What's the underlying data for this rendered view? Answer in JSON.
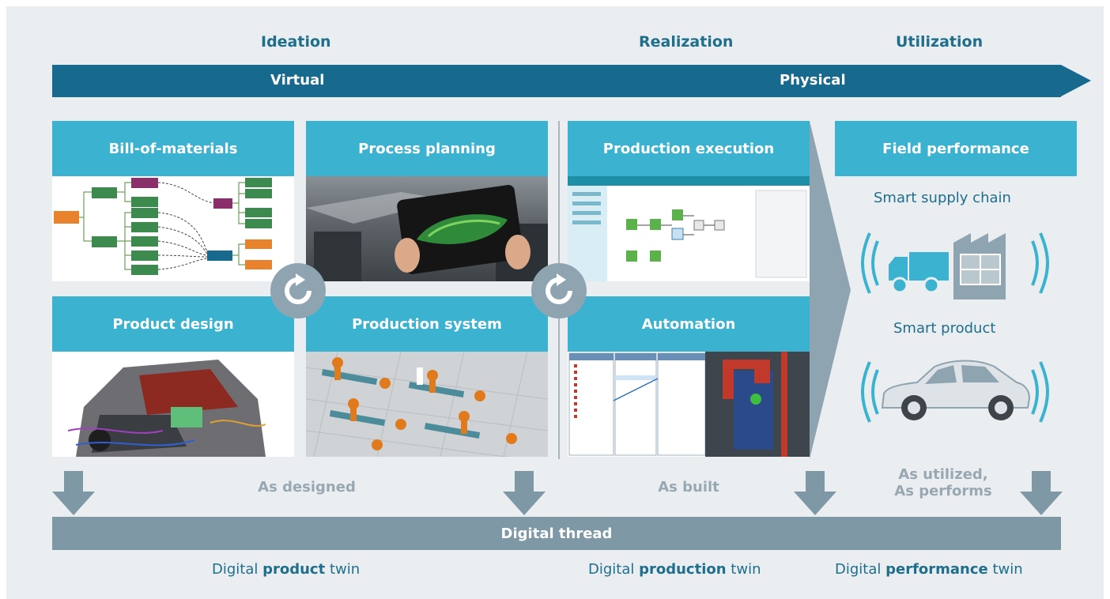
{
  "phases": [
    "Ideation",
    "Realization",
    "Utilization"
  ],
  "band": {
    "left": "Virtual",
    "right": "Physical"
  },
  "tiles": {
    "bill_of_materials": "Bill-of-materials",
    "process_planning": "Process planning",
    "production_execution": "Production execution",
    "product_design": "Product design",
    "production_system": "Production system",
    "automation": "Automation"
  },
  "field": {
    "title": "Field performance",
    "supply_chain": "Smart supply chain",
    "product": "Smart product"
  },
  "as_labels": {
    "designed": "As designed",
    "built": "As built",
    "utilized_line1": "As utilized,",
    "utilized_line2": "As performs"
  },
  "thread": "Digital thread",
  "twins": {
    "product": {
      "prefix": "Digital ",
      "bold": "product",
      "suffix": " twin"
    },
    "production": {
      "prefix": "Digital ",
      "bold": "production",
      "suffix": " twin"
    },
    "performance": {
      "prefix": "Digital ",
      "bold": "performance",
      "suffix": " twin"
    }
  },
  "colors": {
    "dark_blue": "#176a8d",
    "tile_blue": "#3bb3d0",
    "text_blue": "#1f6e8c",
    "slate": "#7e98a6",
    "grey_text": "#98a8b2",
    "background": "#eaeef0"
  },
  "icons": [
    "refresh-cycle-icon",
    "truck-icon",
    "factory-icon",
    "car-icon",
    "signal-waves-icon",
    "down-arrow-icon"
  ]
}
